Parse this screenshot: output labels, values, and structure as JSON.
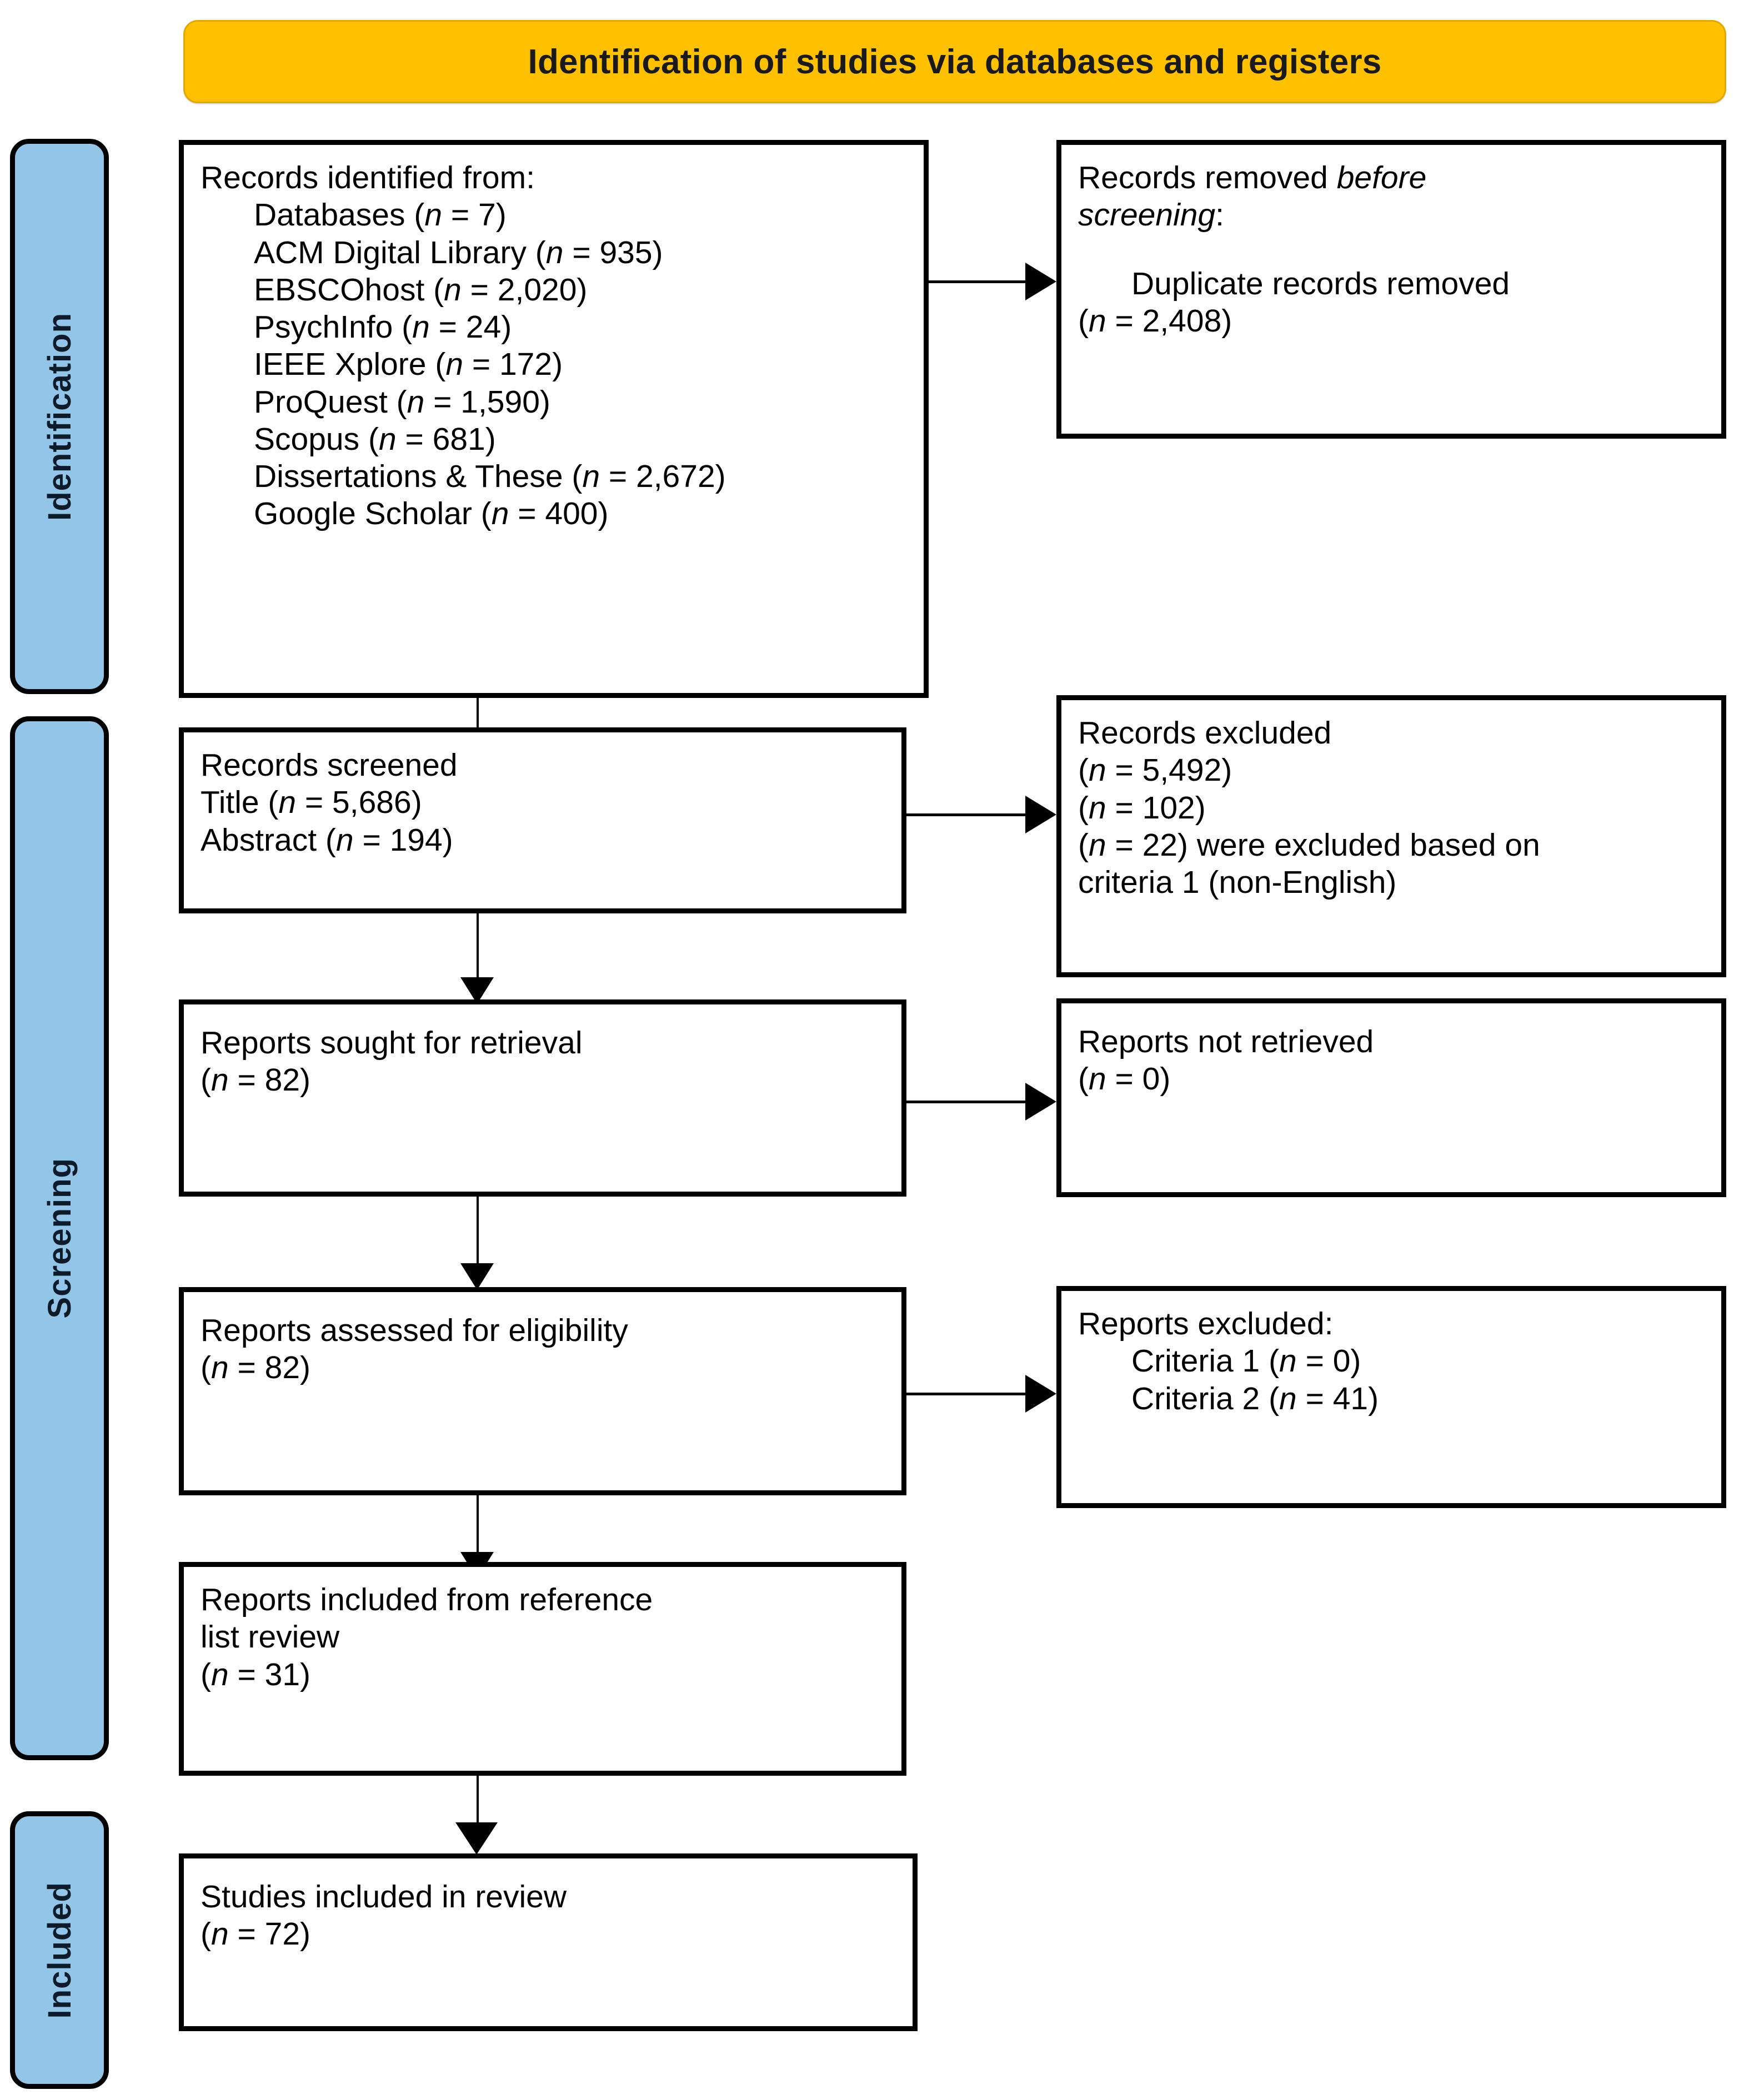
{
  "banner": {
    "title": "Identification of studies via databases and registers"
  },
  "stages": [
    {
      "label": "Identification"
    },
    {
      "label": "Screening"
    },
    {
      "label": "Included"
    }
  ],
  "boxes": {
    "identified": {
      "title": "Records identified from:",
      "items": [
        "Databases (n = 7)",
        "ACM Digital Library (n = 935)",
        "EBSCOhost (n = 2,020)",
        "PsychInfo (n = 24)",
        "IEEE Xplore (n = 172)",
        "ProQuest (n = 1,590)",
        "Scopus (n = 681)",
        "Dissertations & These (n = 2,672)",
        "Google Scholar (n = 400)"
      ]
    },
    "removed_before_screening": {
      "title_a": "Records removed ",
      "title_b": "before",
      "title_c": "screening",
      "title_d": ":",
      "item": "Duplicate records removed",
      "item_n": "(n = 2,408)"
    },
    "screened": {
      "title": "Records screened",
      "line_title": "Title (n = 5,686)",
      "line_abstract": "Abstract (n = 194)"
    },
    "records_excluded": {
      "title": "Records excluded",
      "l1": "(n = 5,492)",
      "l2": "(n = 102)",
      "l3": "(n = 22) were excluded based on",
      "l4": "criteria 1 (non-English)"
    },
    "sought": {
      "title": "Reports sought for retrieval",
      "n": "(n = 82)"
    },
    "not_retrieved": {
      "title": "Reports not retrieved",
      "n": "(n = 0)"
    },
    "assessed": {
      "title": "Reports assessed for eligibility",
      "n": "(n = 82)"
    },
    "reports_excluded": {
      "title": "Reports excluded:",
      "c1": "Criteria 1 (n = 0)",
      "c2": "Criteria 2 (n = 41)"
    },
    "from_reference": {
      "l1": "Reports included from reference",
      "l2": "list review",
      "n": "(n = 31)"
    },
    "studies_included": {
      "title": "Studies included in review",
      "n": "(n = 72)"
    }
  },
  "colors": {
    "banner_fill": "#FFC000",
    "stage_fill": "#92C5E8",
    "border": "#000000",
    "page_bg": "#FFFFFF"
  }
}
